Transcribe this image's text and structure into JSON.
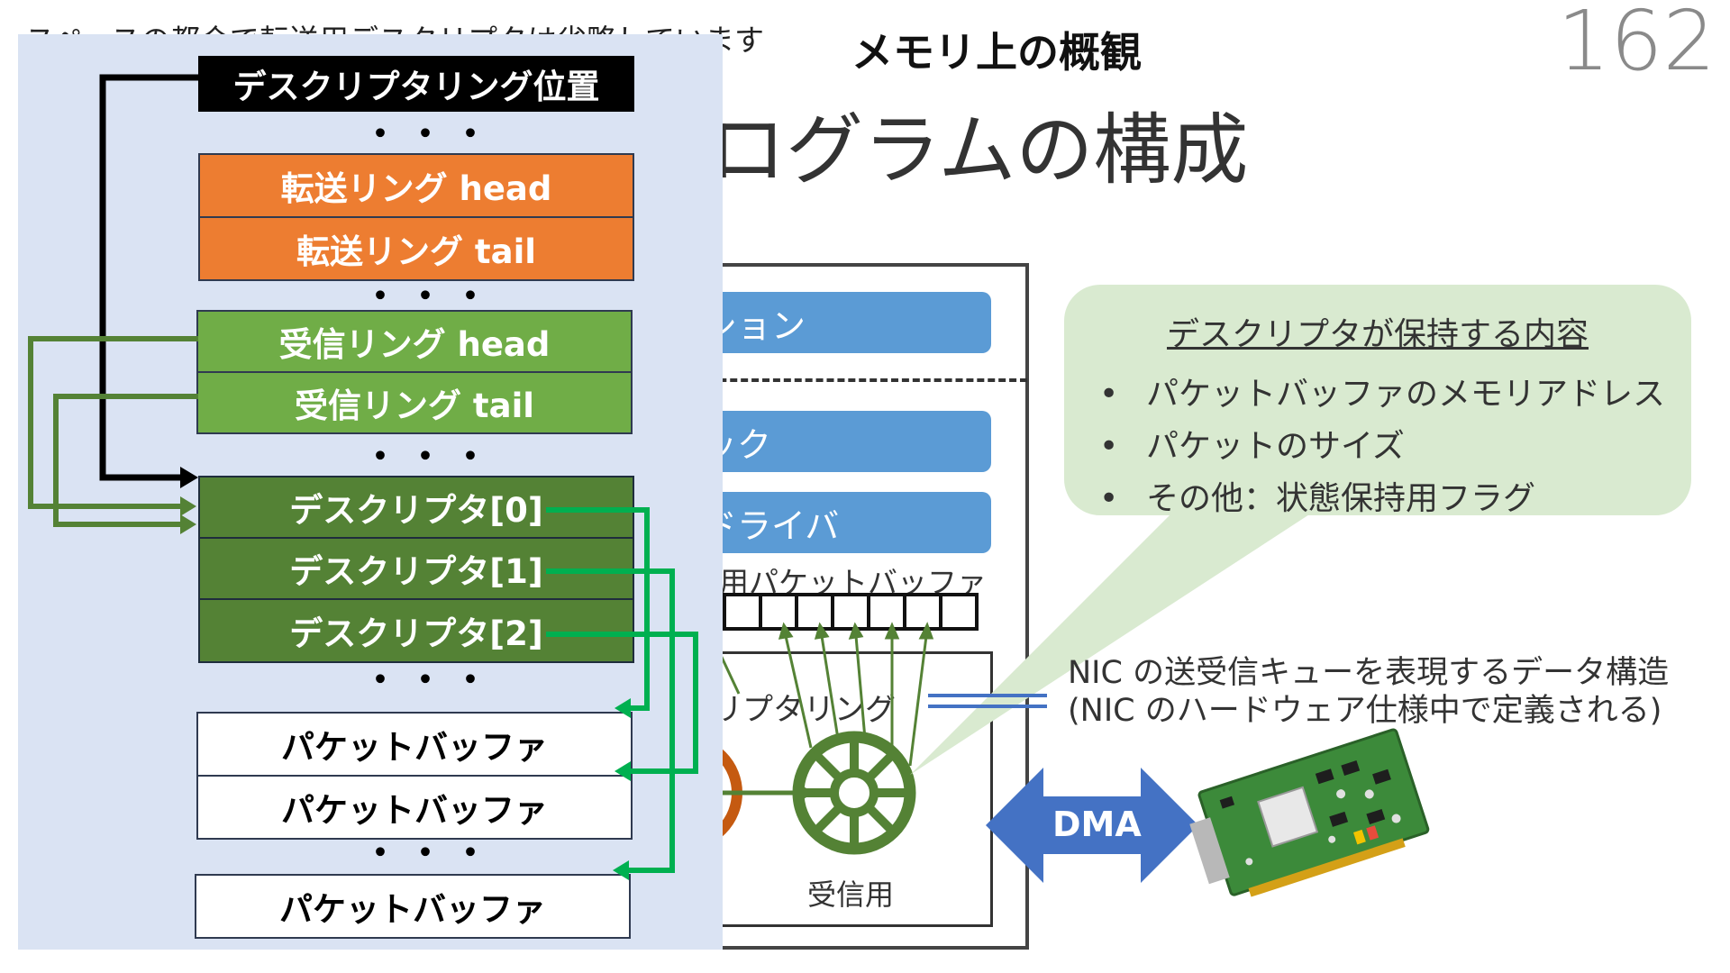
{
  "note": "スペースの都合で転送用デスクリプタは省略しています",
  "memory_title": "メモリ上の概観",
  "page_number": "162",
  "main_title": "プログラムの構成",
  "back_diagram": {
    "app_label": "ション",
    "stack_label": "ック",
    "driver_label": "ドライバ",
    "packet_buffer_label": "用パケットバッファ",
    "ring_label": "リプタリング",
    "receive_label": "受信用",
    "buffer_cells": 7
  },
  "callout": {
    "heading": "デスクリプタが保持する内容",
    "items": [
      "パケットバッファのメモリアドレス",
      "パケットのサイズ",
      "その他：状態保持用フラグ"
    ]
  },
  "nic_description": {
    "line1": "NIC の送受信キューを表現するデータ構造",
    "line2": "(NIC のハードウェア仕様中で定義される)"
  },
  "dma_label": "DMA",
  "memory_layout": {
    "descriptor_ring_position": "デスクリプタリング位置",
    "ellipsis": "・・・",
    "tx_ring_head": "転送リング head",
    "tx_ring_tail": "転送リング tail",
    "rx_ring_head": "受信リング head",
    "rx_ring_tail": "受信リング tail",
    "descriptor_0": "デスクリプタ[0]",
    "descriptor_1": "デスクリプタ[1]",
    "descriptor_2": "デスクリプタ[2]",
    "packet_buffer_1": "パケットバッファ",
    "packet_buffer_2": "パケットバッファ",
    "packet_buffer_3": "パケットバッファ"
  },
  "colors": {
    "panel": "#dae3f3",
    "orange": "#ed7d31",
    "light_green": "#70ad47",
    "dark_green": "#548235",
    "arrow_green": "#00b050",
    "blue": "#4472c4",
    "callout": "#d9ead0"
  }
}
